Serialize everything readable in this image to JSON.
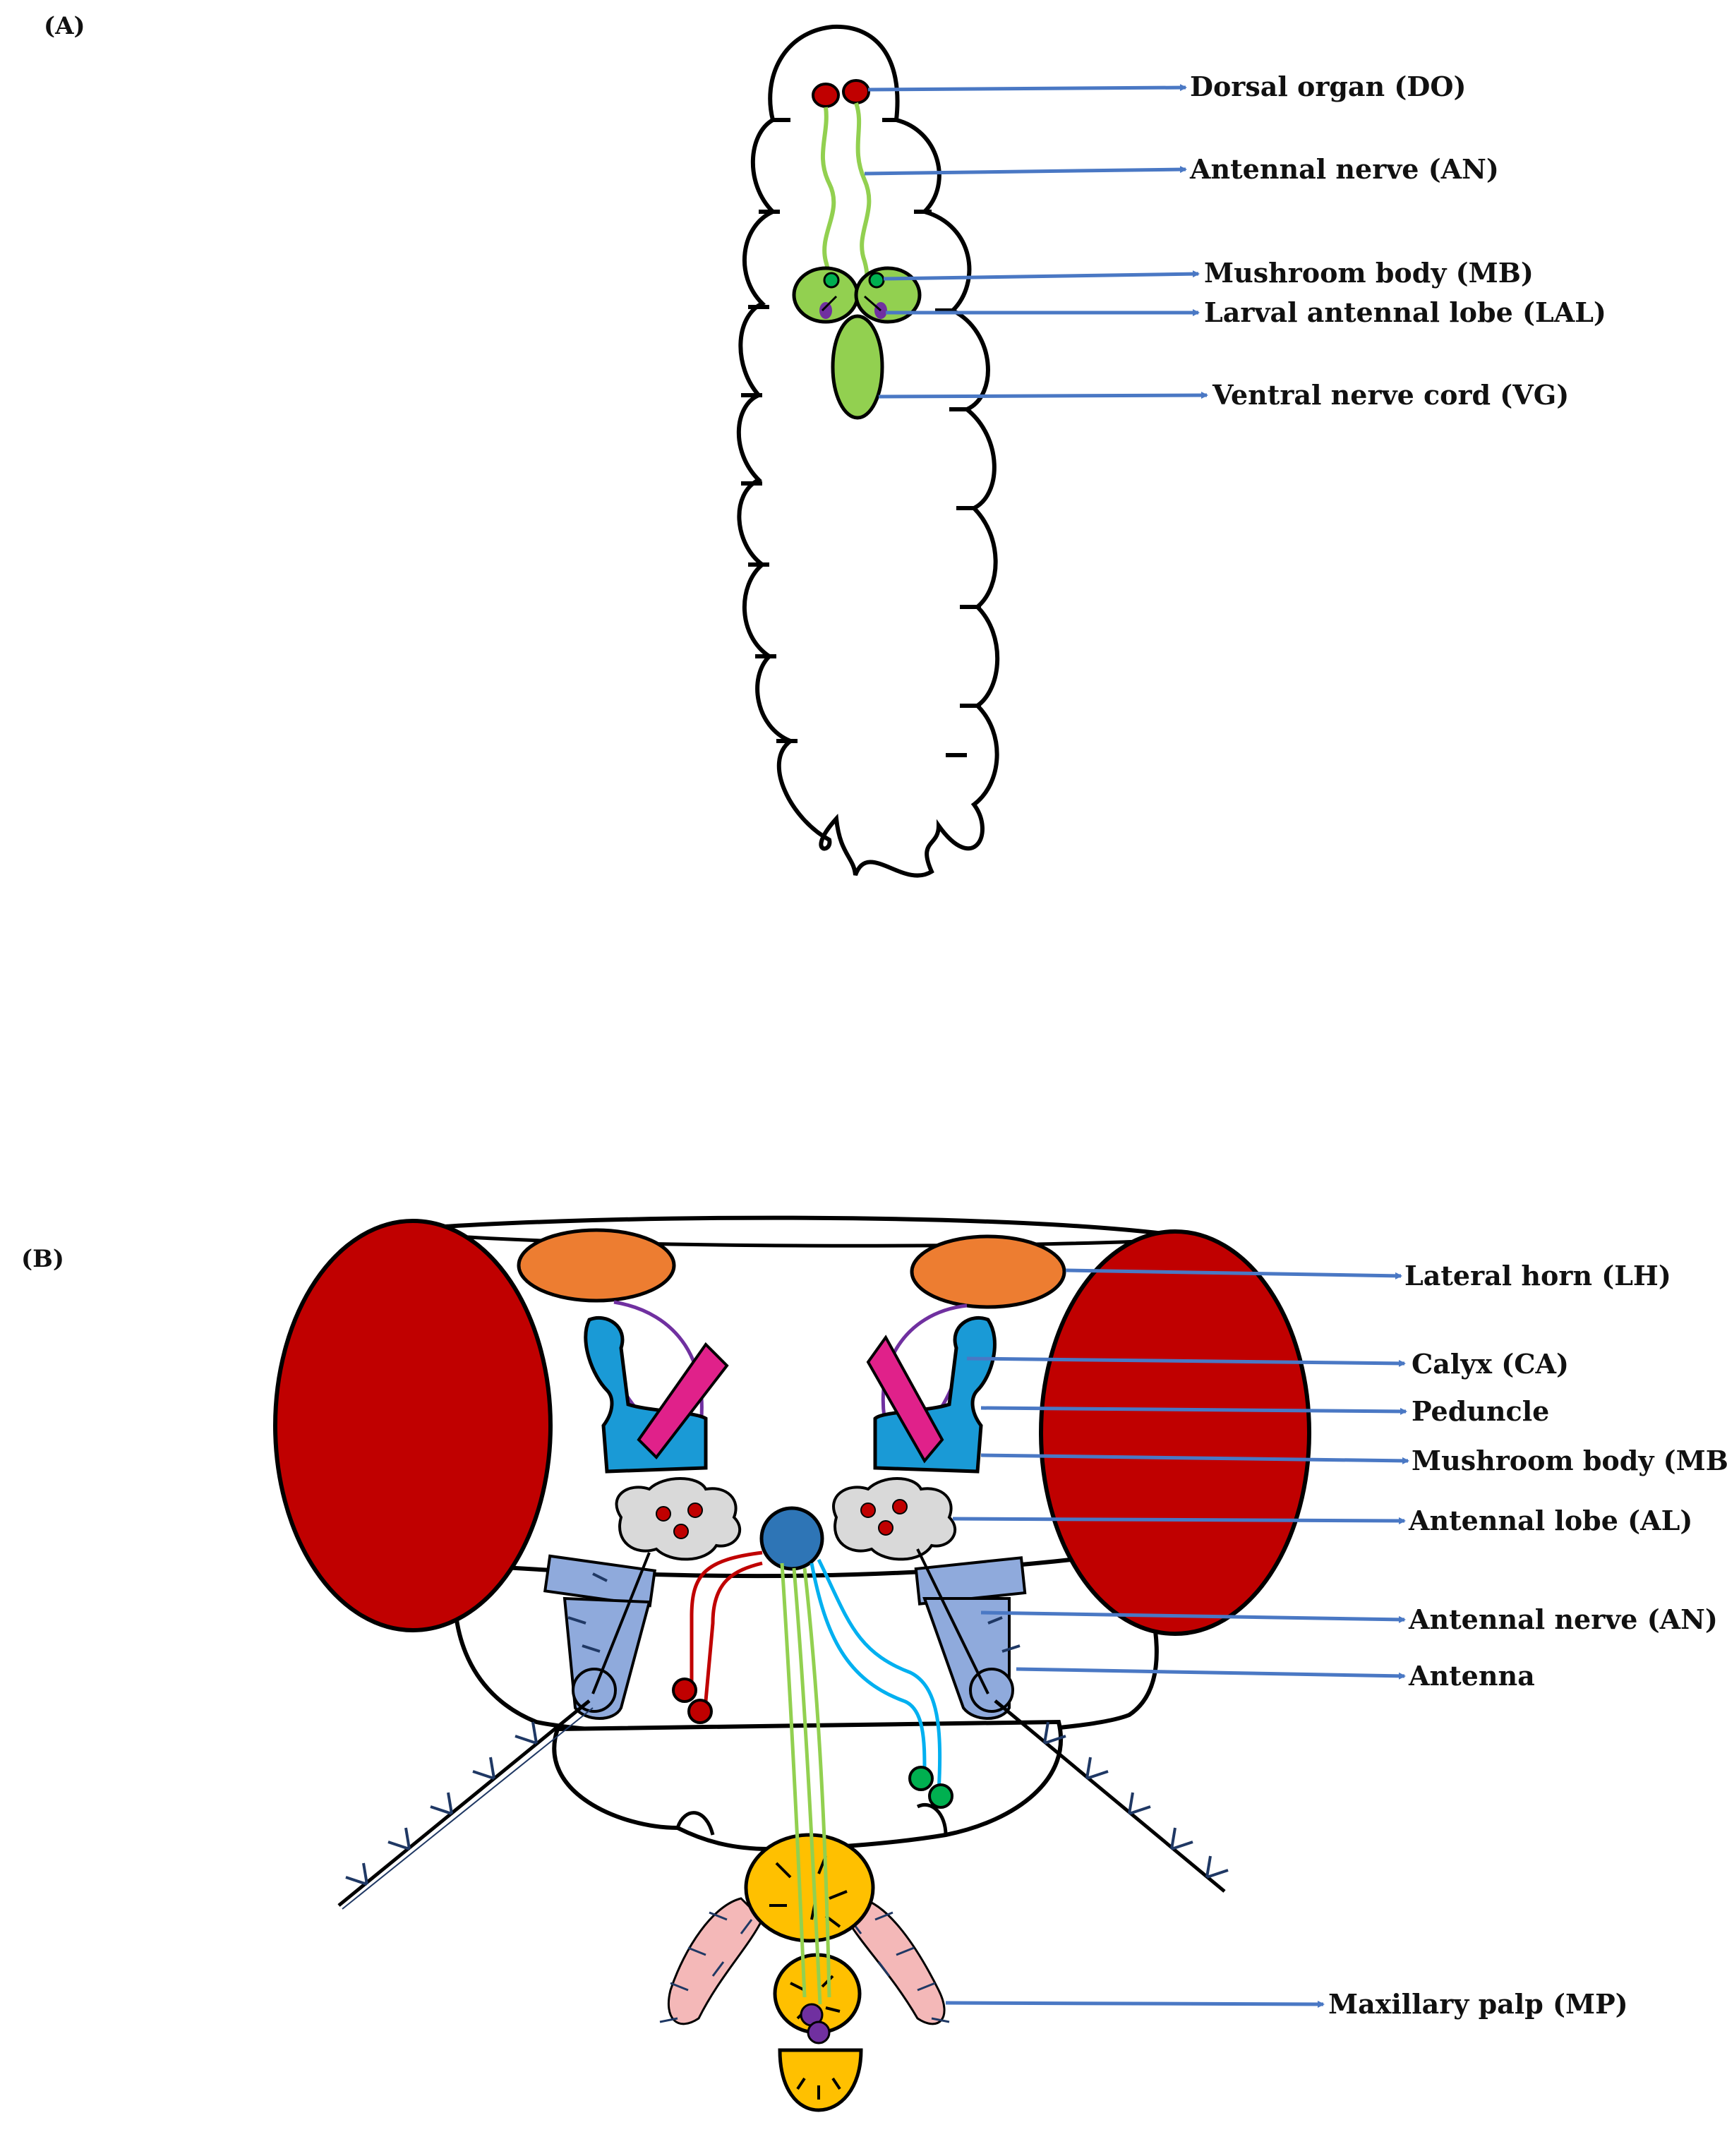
{
  "panels": {
    "a": "(A)",
    "b": "(B)"
  },
  "larva_labels": {
    "dorsal_organ": "Dorsal organ (DO)",
    "antennal_nerve": "Antennal nerve (AN)",
    "mushroom_body": "Mushroom body (MB)",
    "larval_antennal_lobe": "Larval  antennal lobe (LAL)",
    "ventral_nerve_cord": "Ventral nerve cord (VG)"
  },
  "adult_labels": {
    "lateral_horn": "Lateral horn (LH)",
    "calyx": "Calyx (CA)",
    "peduncle": "Peduncle",
    "mushroom_body": "Mushroom body (MB)",
    "antennal_lobe": "Antennal lobe (AL)",
    "antennal_nerve": "Antennal nerve (AN)",
    "antenna": "Antenna",
    "maxillary_palp": "Maxillary palp (MP)"
  },
  "colors": {
    "arrow": "#4a78c4",
    "eye": "#c00000",
    "lateral_horn": "#ed7d31",
    "mushroom_body": "#1a9ad6",
    "calyx": "#e0218a",
    "nerve_green": "#92d050",
    "antenna": "#8faadc",
    "proboscis": "#ffc000",
    "palp": "#f4b8b8"
  }
}
